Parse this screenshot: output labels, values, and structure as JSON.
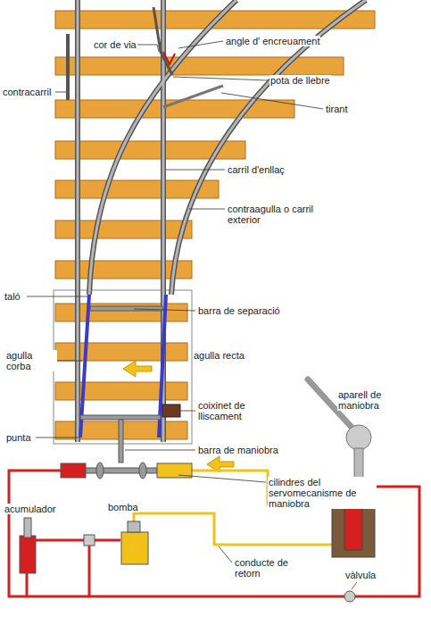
{
  "diagram": {
    "labels": [
      "cor de via",
      "angle d' encreuament",
      "pota de llebre",
      "contracarril",
      "tirant",
      "carril d'enllaç",
      "contraagulla o carril exterior",
      "taló",
      "barra de separació",
      "agulla corba",
      "agulla recta",
      "aparell de maniobra",
      "coixinet de lliscament",
      "punta",
      "barra de maniobra",
      "cilindres del servomecanisme de maniobra",
      "acumulador",
      "bomba",
      "conducte de retorn",
      "vàlvula"
    ]
  }
}
